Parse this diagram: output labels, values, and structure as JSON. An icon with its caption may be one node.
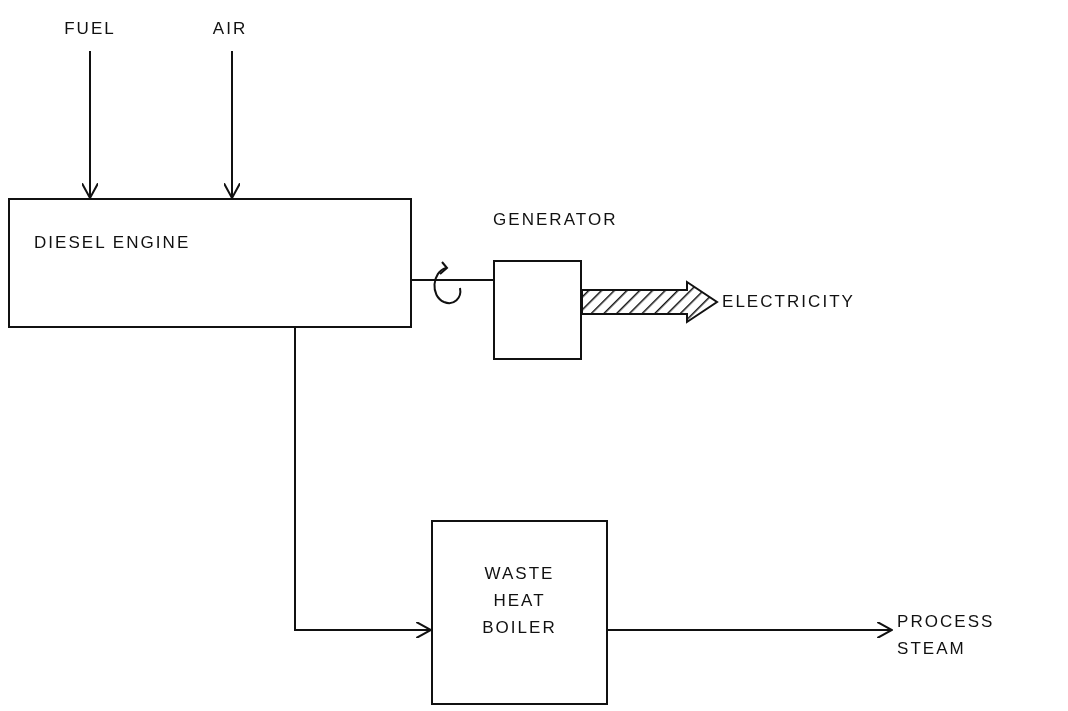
{
  "diagram": {
    "nodes": [
      {
        "text": [
          "FUEL"
        ]
      },
      {
        "text": [
          "AIR"
        ]
      },
      {
        "text": [
          "DIESEL ENGINE"
        ]
      },
      {
        "text": [
          "GENERATOR"
        ]
      },
      {
        "text": [
          "ELECTRICITY"
        ]
      },
      {
        "text": [
          "WASTE HEAT BOILER"
        ]
      },
      {
        "text": [
          "PROCESS STEAM"
        ]
      }
    ],
    "edges": [
      {
        "from": 0,
        "to": 2,
        "arrow": "to"
      },
      {
        "from": 1,
        "to": 2,
        "arrow": "to"
      },
      {
        "from": 2,
        "to": 3,
        "arrow": "none"
      },
      {
        "from": 3,
        "to": 4,
        "arrow": "to",
        "style": "thick"
      },
      {
        "from": 2,
        "to": 5,
        "arrow": "to"
      },
      {
        "from": 5,
        "to": 6,
        "arrow": "to"
      }
    ]
  }
}
